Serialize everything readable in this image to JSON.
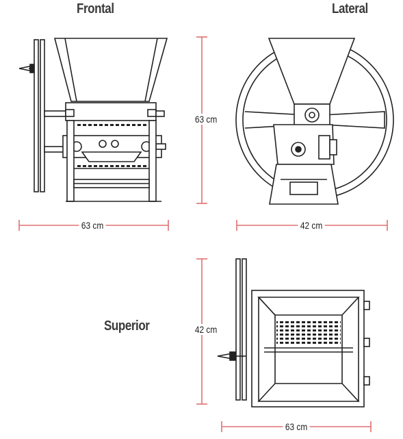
{
  "views": {
    "front": {
      "title": "Frontal"
    },
    "side": {
      "title": "Lateral"
    },
    "top": {
      "title": "Superior"
    }
  },
  "dimensions": {
    "front_height": "63 cm",
    "front_width": "63 cm",
    "side_width": "42 cm",
    "top_height": "42 cm",
    "top_width": "63 cm"
  },
  "colors": {
    "dimension_line": "#e07070",
    "drawing_stroke": "#222222"
  }
}
